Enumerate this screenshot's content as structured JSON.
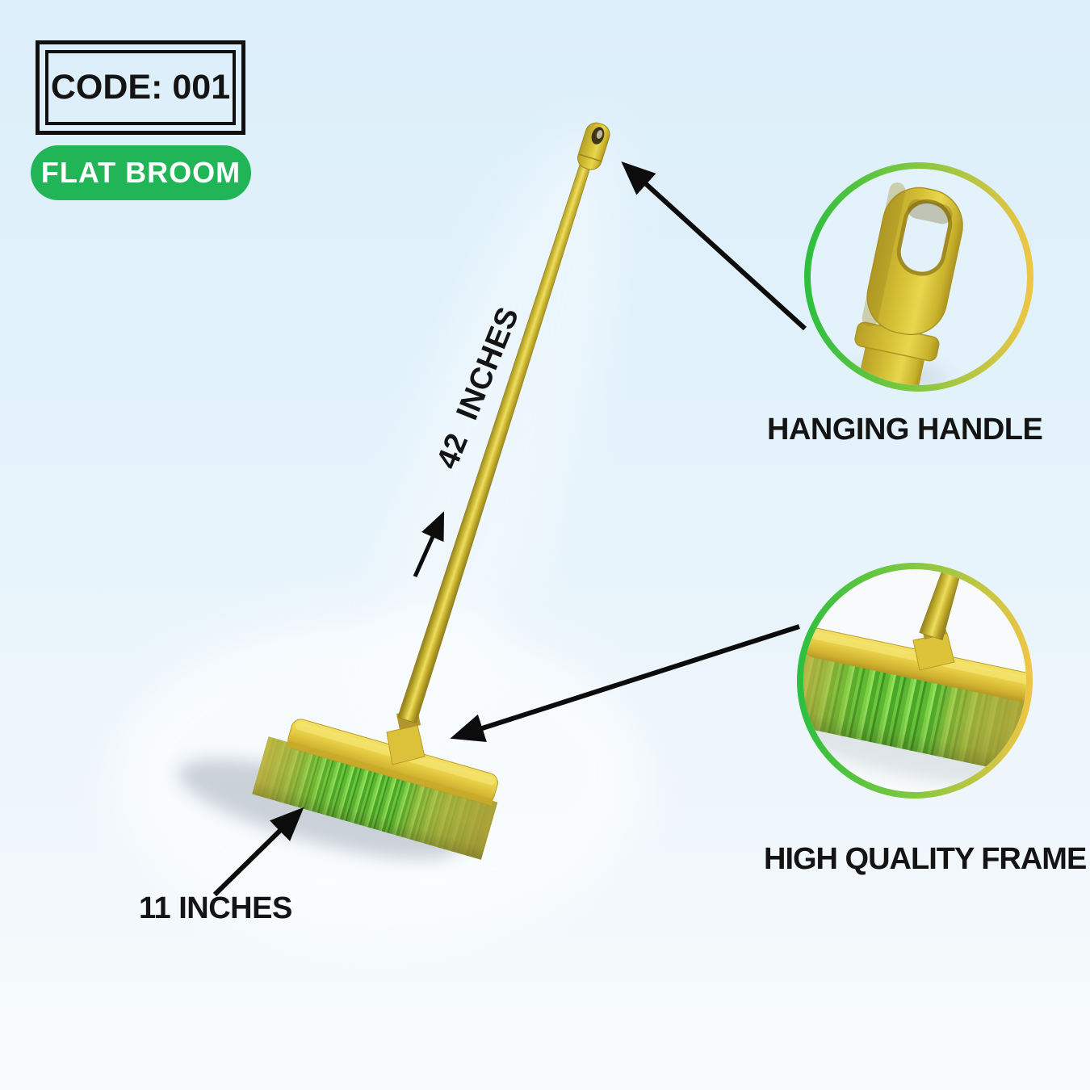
{
  "badges": {
    "code": "CODE: 001",
    "category": "FLAT BROOM"
  },
  "measurements": {
    "handle_length": "42  INCHES",
    "head_width": "11 INCHES"
  },
  "callouts": {
    "top": {
      "label": "HANGING HANDLE"
    },
    "bottom": {
      "label": "HIGH QUALITY FRAME"
    }
  },
  "colors": {
    "accent_green": "#21b557",
    "ring_gradient_start": "#2ebf3f",
    "ring_gradient_end": "#eec545",
    "broom_yellow": "#e2c93e",
    "bristle_green": "#5cb832",
    "arrow_black": "#0c0c0c",
    "text_black": "#141414",
    "badge_text_white": "#ffffff",
    "background_top": "#dceefa",
    "background_bottom": "#f8fbfd"
  }
}
